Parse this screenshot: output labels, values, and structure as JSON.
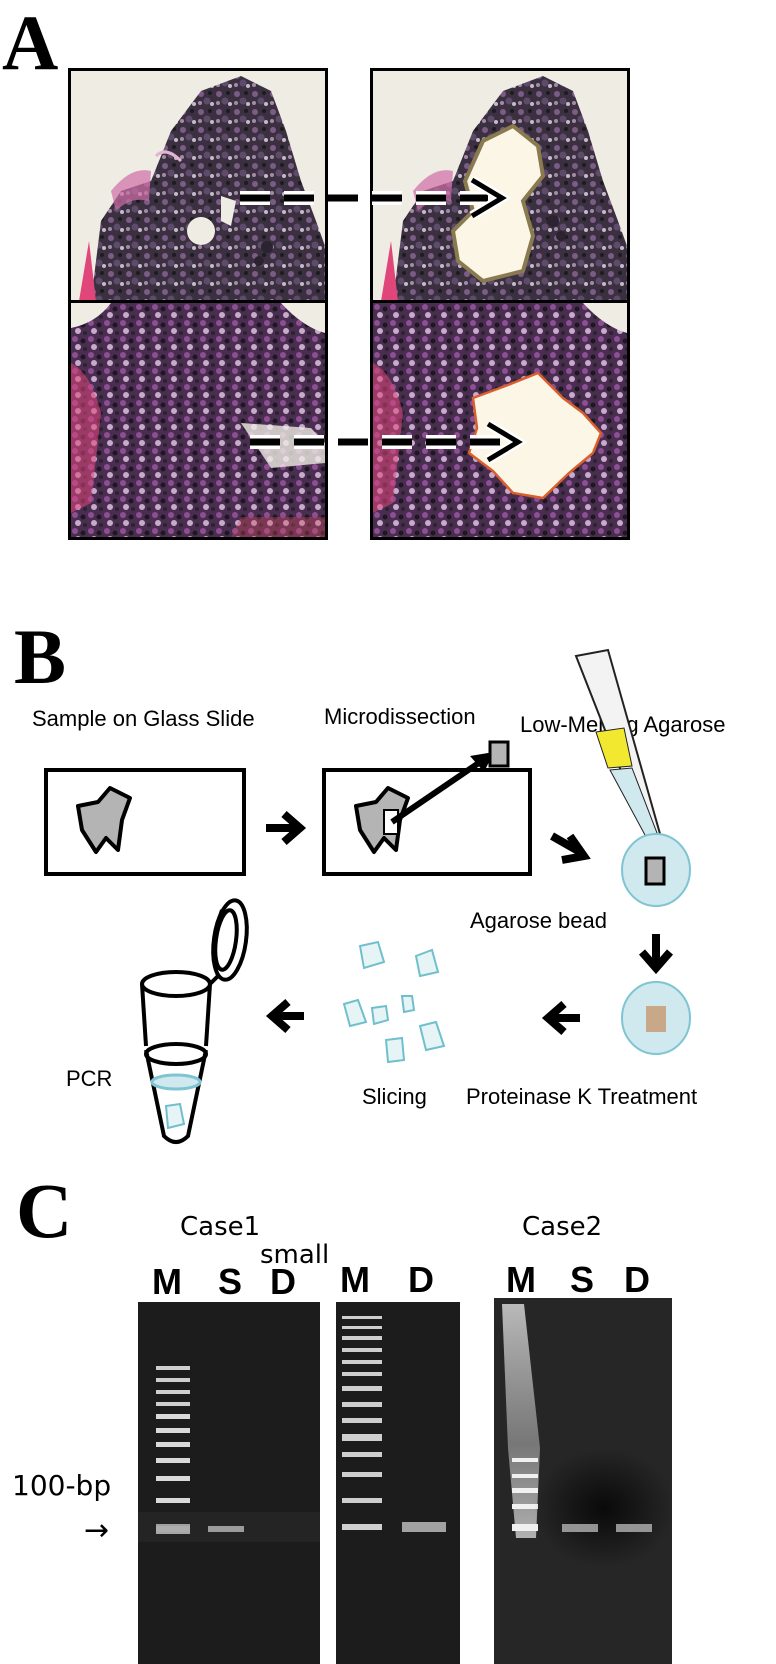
{
  "panels": {
    "a": {
      "letter": "A"
    },
    "b": {
      "letter": "B",
      "steps": {
        "sample": "Sample on Glass Slide",
        "microdissection": "Microdissection",
        "agarose": "Low-Melting Agarose",
        "bead": "Agarose bead",
        "proteinase": "Proteinase K Treatment",
        "slicing": "Slicing",
        "pcr": "PCR"
      }
    },
    "c": {
      "letter": "C",
      "case1": "Case1",
      "case2": "Case2",
      "small": "small",
      "lanes": {
        "case1": [
          "M",
          "S",
          "D"
        ],
        "small": [
          "M",
          "D"
        ],
        "case2": [
          "M",
          "S",
          "D"
        ]
      },
      "marker_label": "100-bp",
      "arrow": "→"
    }
  },
  "colors": {
    "tissue_dark": "#2b2430",
    "tissue_purple": "#8a4a8c",
    "stain_pink": "#e0467a",
    "background_slide": "#efece4",
    "dissected_area": "#fbf6e6",
    "bead": "#cfe9ef",
    "bead_outline": "#7fc4d2",
    "slice_outline": "#6fc0cc",
    "pipette_tip_yellow": "#f2e830",
    "gel_background": "#1b1b1b",
    "band": "#f0f0f0"
  }
}
